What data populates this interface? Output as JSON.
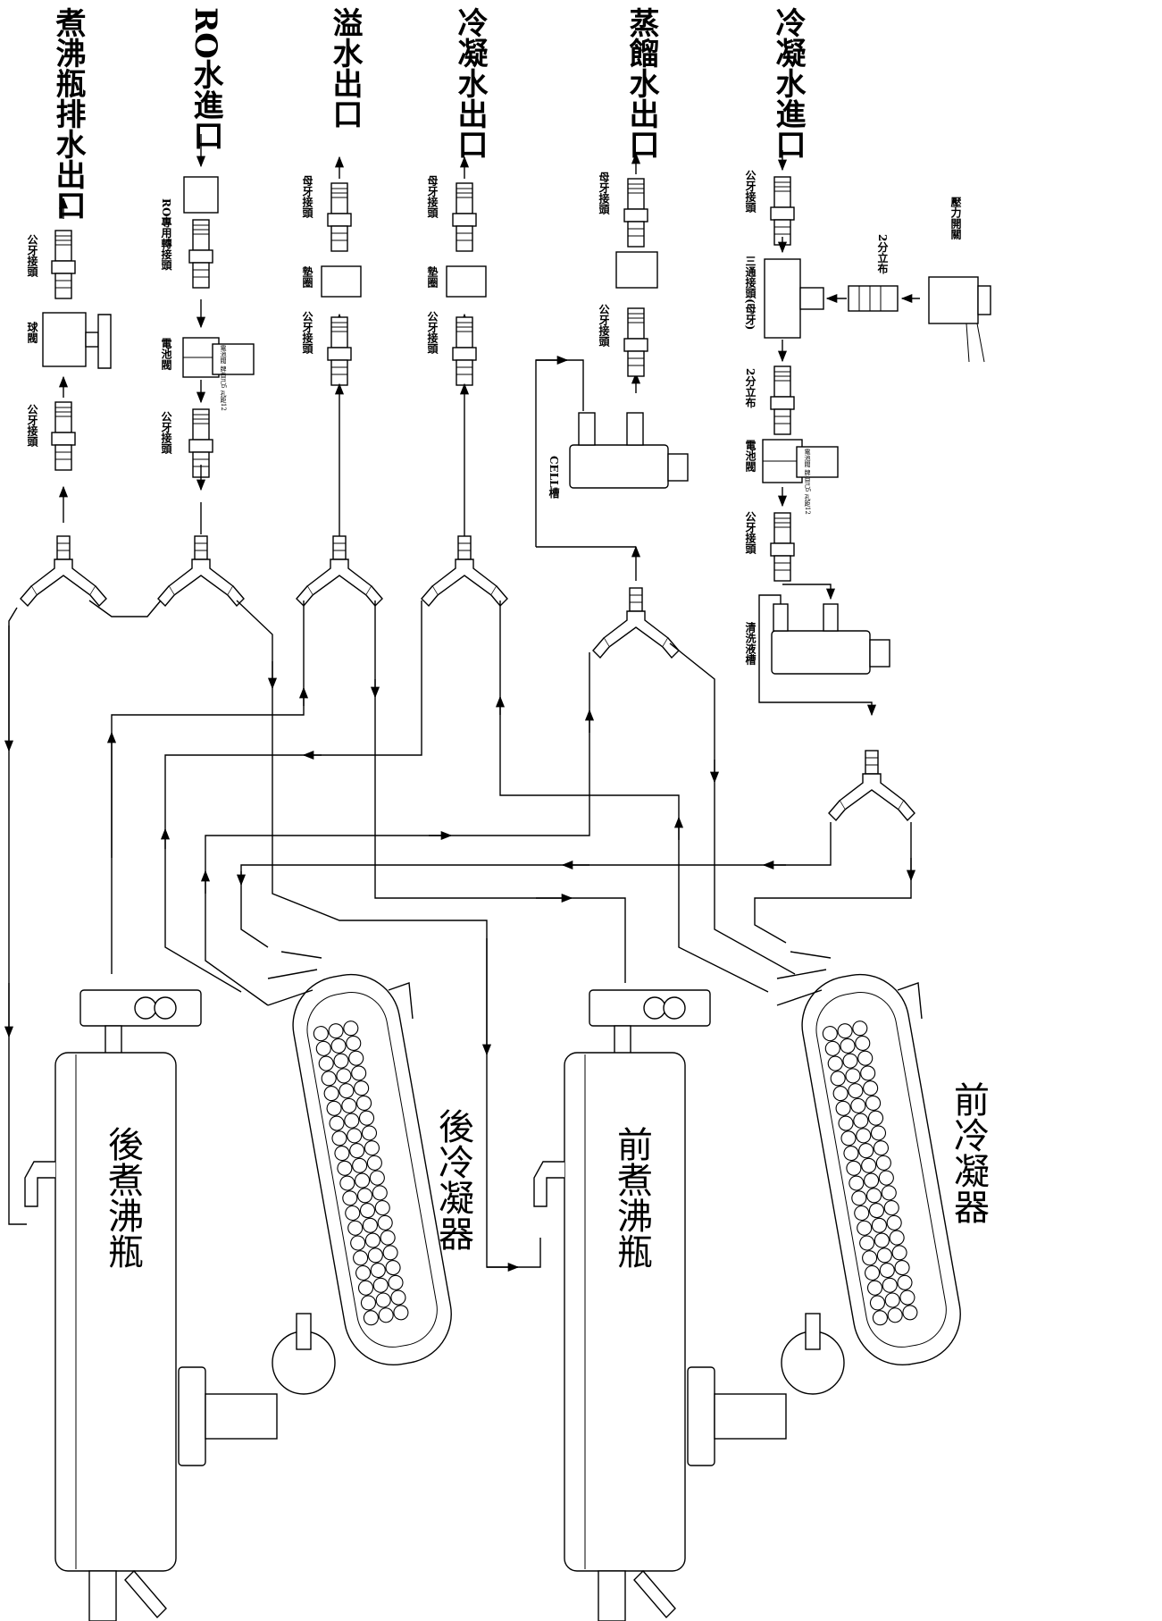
{
  "outlets": {
    "boil_drain": "煮沸瓶排水出口",
    "ro_inlet": "RO水進口",
    "overflow": "溢水出口",
    "cool_out": "冷凝水出口",
    "distill_out": "蒸餾水出口",
    "cool_in": "冷凝水進口"
  },
  "fittings": {
    "male": "公牙接頭",
    "female": "母牙接頭",
    "ball_valve": "球閥",
    "ro_adapter": "RO專用轉接頭",
    "solenoid": "電池閥",
    "gasket": "墊圈",
    "cell_tank": "CELL槽",
    "pressure_switch": "壓力開關",
    "quarter_inch": "2分立布",
    "tee": "三通接頭(母牙)",
    "clean_tank": "清洗液槽",
    "solenoid_label": "電池閥 牌自己5 孔距12"
  },
  "vessels": {
    "rear_boiler": "後煮沸瓶",
    "rear_condenser": "後冷凝器",
    "front_boiler": "前煮沸瓶",
    "front_condenser": "前冷凝器"
  }
}
